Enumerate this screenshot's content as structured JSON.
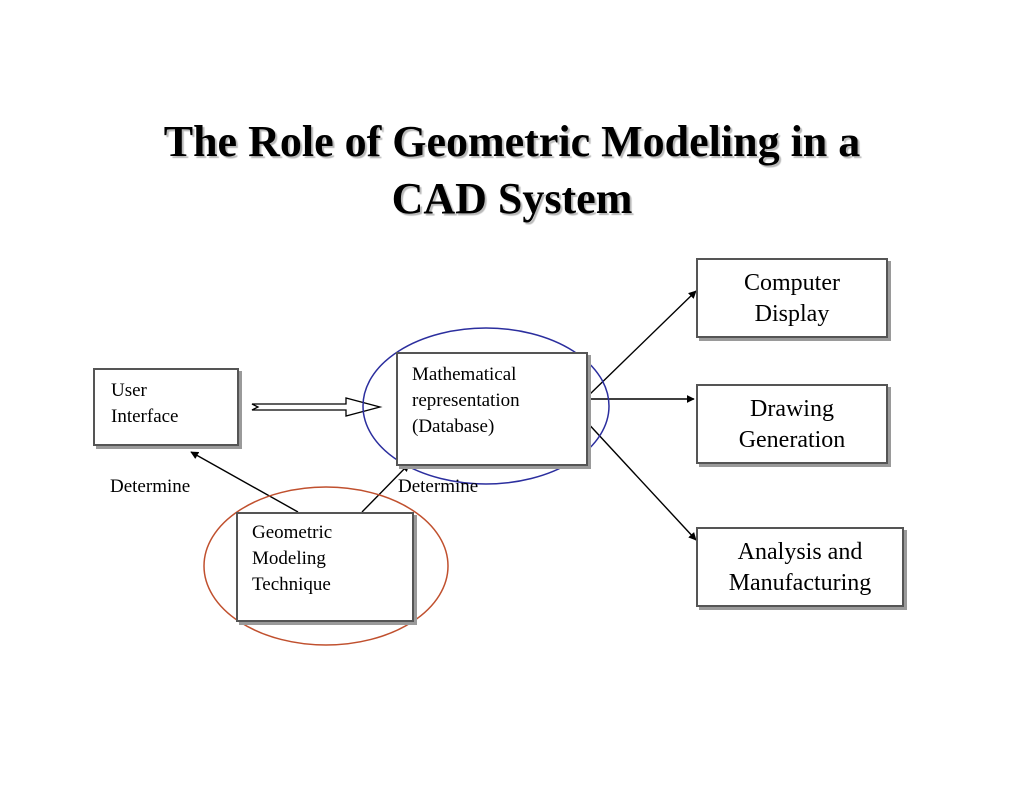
{
  "title": {
    "line1": "The Role of Geometric Modeling in a",
    "line2": "CAD System"
  },
  "boxes": {
    "user_interface": [
      "User",
      "Interface"
    ],
    "math_repr": [
      "Mathematical",
      "representation",
      "(Database)"
    ],
    "geometric_modeling": [
      "Geometric",
      "Modeling",
      "Technique"
    ],
    "computer_display": [
      "Computer",
      "Display"
    ],
    "drawing_generation": [
      "Drawing",
      "Generation"
    ],
    "analysis_manufacturing": [
      "Analysis and",
      "Manufacturing"
    ]
  },
  "labels": {
    "determine_left": "Determine",
    "determine_right": "Determine"
  },
  "colors": {
    "blue_ellipse": "#2b2e9e",
    "red_ellipse": "#c0502e",
    "box_border": "#555555",
    "box_shadow": "#9a9a9a"
  }
}
